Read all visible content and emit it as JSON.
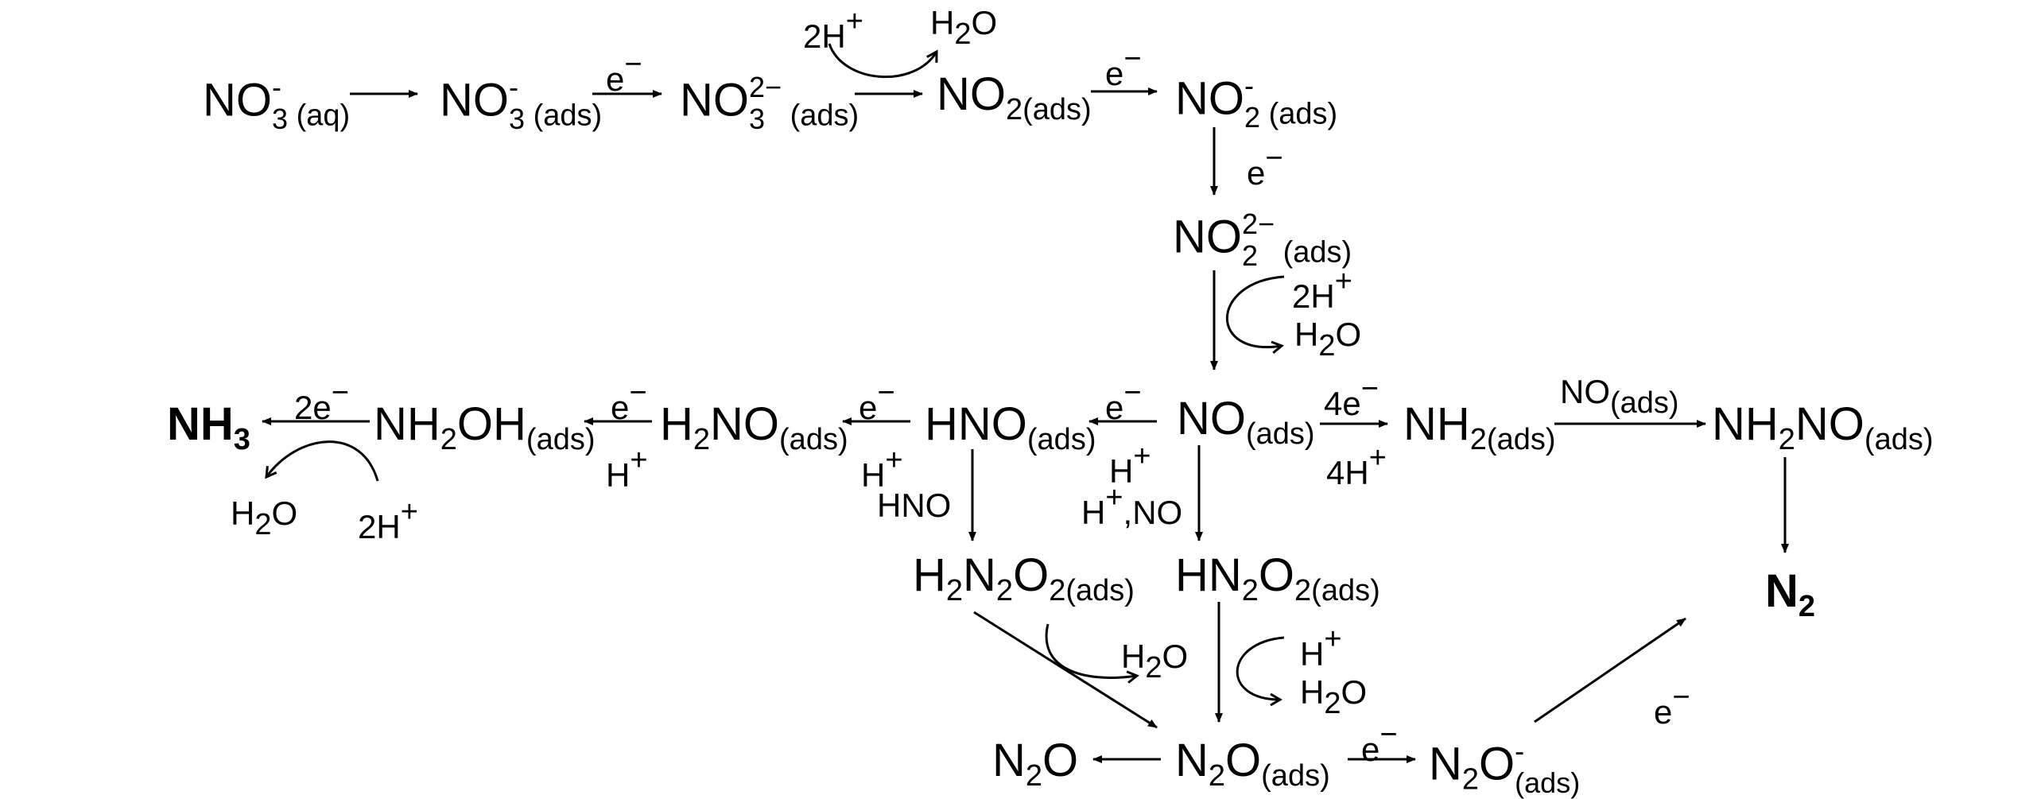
{
  "species": {
    "no3_aq": {
      "f": "NO",
      "ss_sup": "-",
      "ss_sub": "3",
      "sub": " (aq)"
    },
    "no3_ads": {
      "f": "NO",
      "ss_sup": "-",
      "ss_sub": "3",
      "sub": " (ads)"
    },
    "no3_2_ads": {
      "f": "NO",
      "ss_sup": "2−",
      "ss_sub": "3",
      "sub": " (ads)"
    },
    "no2_ads": {
      "f": "NO",
      "sub": "2(ads)"
    },
    "no2m_ads": {
      "f": "NO",
      "ss_sup": "-",
      "ss_sub": "2",
      "sub": " (ads)"
    },
    "no2_2m_ads": {
      "f": "NO",
      "ss_sup": "2−",
      "ss_sub": "2",
      "sub": " (ads)"
    },
    "no_ads": {
      "f": "NO",
      "sub": "(ads)"
    },
    "hno_ads": {
      "f": "HNO",
      "sub": "(ads)"
    },
    "h2no_ads": {
      "f1": "H",
      "sub1": "2",
      "f2": "NO",
      "sub": "(ads)"
    },
    "nh2oh_ads": {
      "f1": "NH",
      "sub1": "2",
      "f2": "OH",
      "sub": "(ads)"
    },
    "nh3": {
      "f": "NH",
      "sub": "3"
    },
    "nh2_ads": {
      "f": "NH",
      "sub": "2(ads)"
    },
    "nh2no_ads": {
      "f1": "NH",
      "sub1": "2",
      "f2": "NO",
      "sub": "(ads)"
    },
    "n2": {
      "f": "N",
      "sub": "2"
    },
    "h2n2o2_ads": {
      "f1": "H",
      "sub1": "2",
      "f2": "N",
      "sub2": "2",
      "f3": "O",
      "sub": "2(ads)"
    },
    "hn2o2_ads": {
      "f1": "HN",
      "sub1": "2",
      "f2": "O",
      "sub": "2(ads)"
    },
    "n2o_ads": {
      "f1": "N",
      "sub1": "2",
      "f2": "O",
      "sub": "(ads)"
    },
    "n2o": {
      "f1": "N",
      "sub1": "2",
      "f2": "O"
    },
    "n2om_ads": {
      "f1": "N",
      "sub1": "2",
      "f2": "O",
      "ss_sup": "-",
      "ss_sub": "(ads)"
    }
  },
  "labels": {
    "e": {
      "t": "e",
      "sup": "−"
    },
    "h_plus": {
      "t": "H",
      "sup": "+"
    },
    "two_h_plus": {
      "t": "2H",
      "sup": "+"
    },
    "four_e": {
      "t": "4e",
      "sup": "−"
    },
    "two_e": {
      "t": "2e",
      "sup": "−"
    },
    "four_h_plus": {
      "t": "4H",
      "sup": "+"
    },
    "h2o": {
      "t1": "H",
      "sub": "2",
      "t2": "O"
    },
    "hno": "HNO",
    "h_plus_no": {
      "t1": "H",
      "sup": "+",
      "t2": ",NO"
    },
    "no_ads_label": {
      "t": "NO",
      "sub": "(ads)"
    }
  },
  "colors": {
    "text": "#000000",
    "arrow": "#000000",
    "background": "#ffffff"
  }
}
